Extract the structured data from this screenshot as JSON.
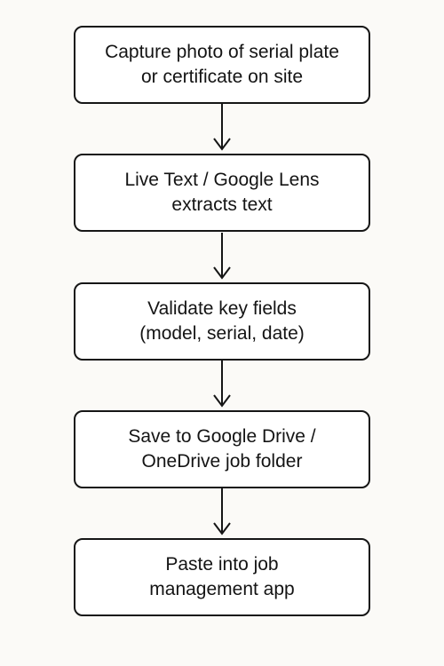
{
  "flowchart": {
    "steps": [
      {
        "lines": [
          "Capture photo of serial plate",
          "or certificate on site"
        ]
      },
      {
        "lines": [
          "Live Text / Google Lens",
          "extracts text"
        ]
      },
      {
        "lines": [
          "Validate key fields",
          "(model, serial, date)"
        ]
      },
      {
        "lines": [
          "Save to Google Drive /",
          "OneDrive job folder"
        ]
      },
      {
        "lines": [
          "Paste into job",
          "management app"
        ]
      }
    ]
  },
  "colors": {
    "stroke": "#161616",
    "background": "#fbfaf7",
    "box_fill": "#ffffff"
  }
}
